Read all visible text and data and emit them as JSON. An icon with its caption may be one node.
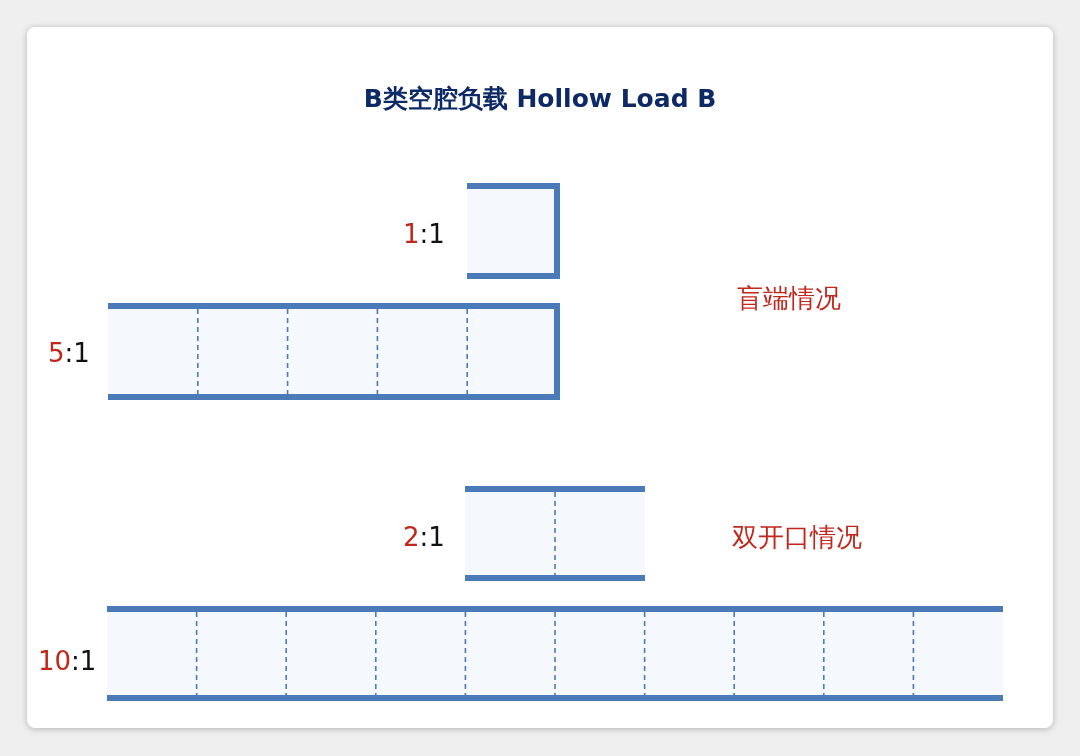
{
  "diagram": {
    "title": "B类空腔负载 Hollow Load B",
    "labels": [
      "1:1",
      "盲端情况",
      "5:1",
      "2:1",
      "双开口情况",
      "10:1"
    ]
  }
}
